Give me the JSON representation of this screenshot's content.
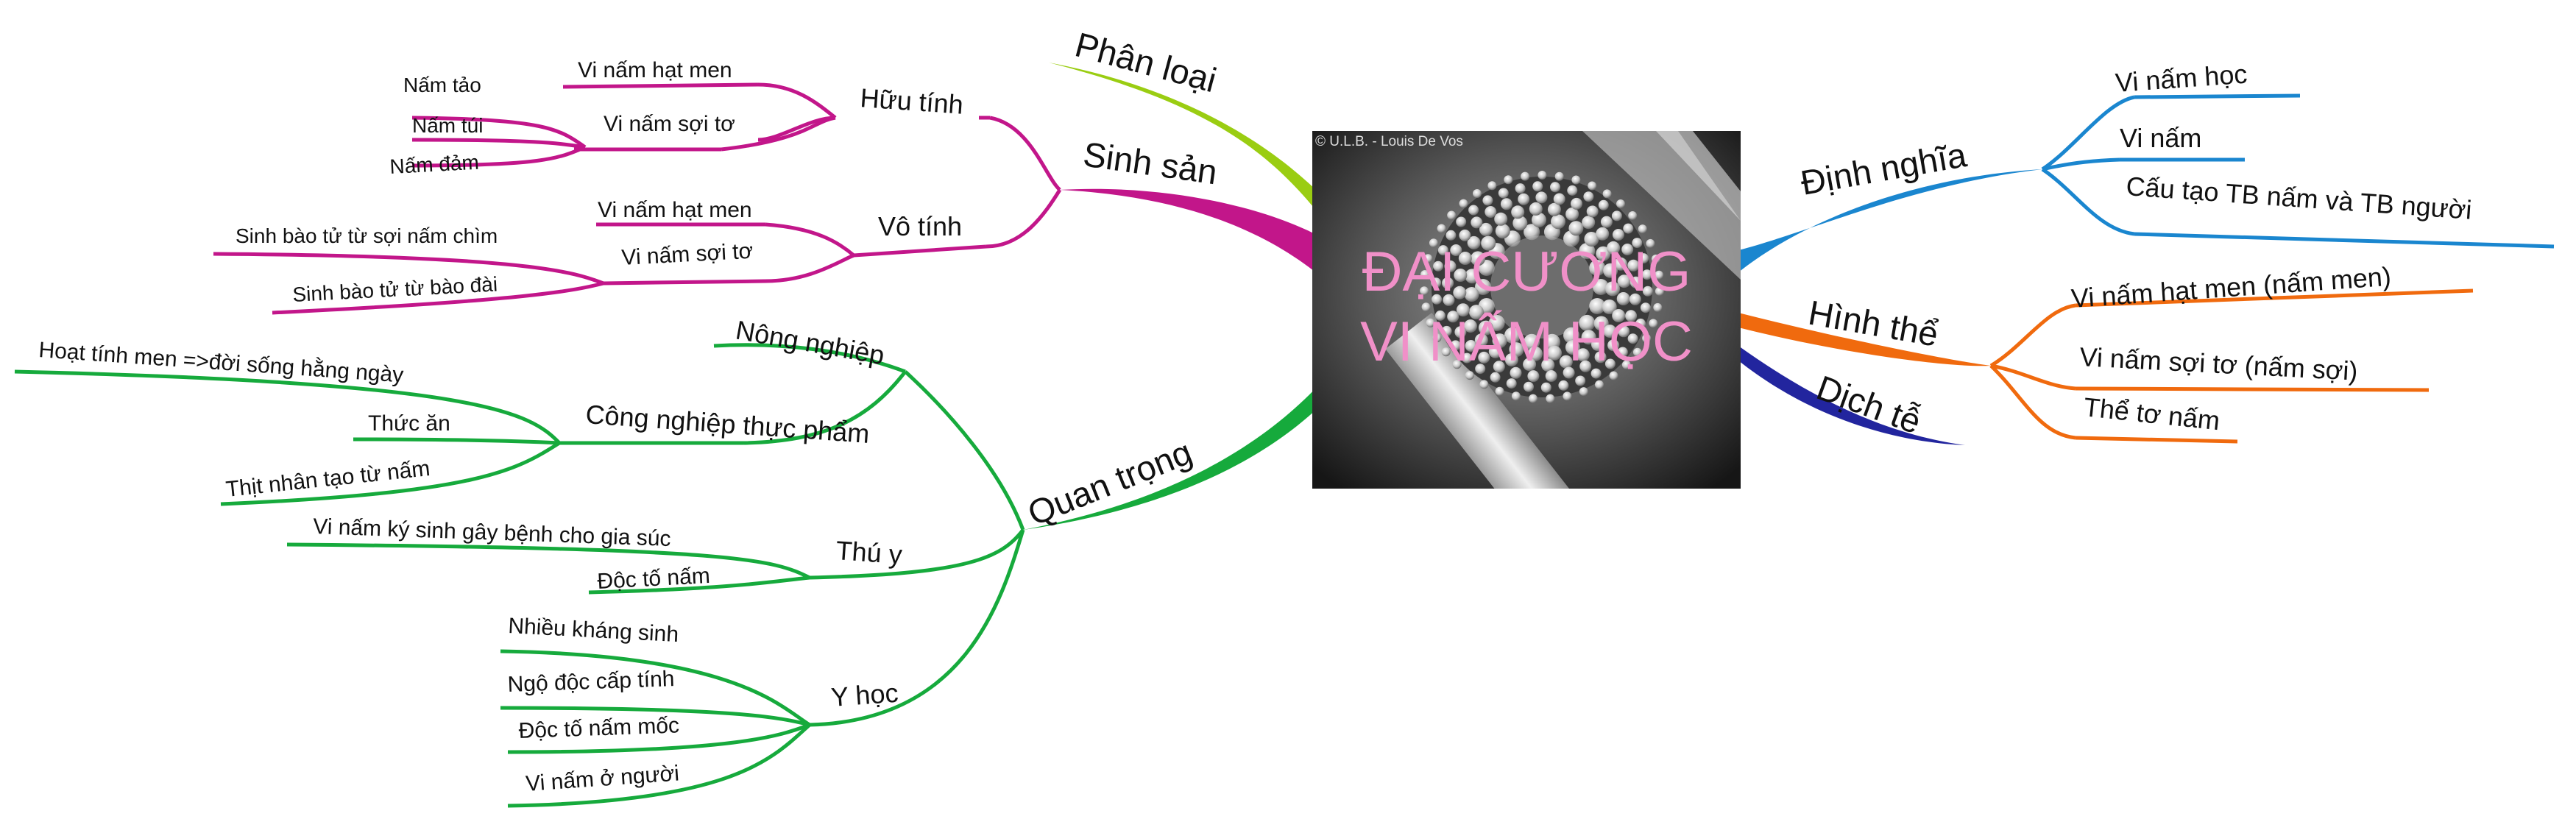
{
  "center": {
    "title_line1": "ĐẠI CƯƠNG",
    "title_line2": "VI NẤM HỌC",
    "credit": "© U.L.B. - Louis De Vos"
  },
  "colors": {
    "phan_loai": "#9acd12",
    "sinh_san": "#c2168a",
    "quan_trong": "#16aa3c",
    "dinh_nghia": "#1a86cf",
    "hinh_the": "#f06a0e",
    "dich_te": "#22259e",
    "title": "#f090c8"
  },
  "branches": {
    "phan_loai": {
      "label": "Phân loại"
    },
    "sinh_san": {
      "label": "Sinh sản",
      "huu_tinh": {
        "label": "Hữu tính",
        "hat_men": "Vi nấm hạt men",
        "soi_to": "Vi nấm sợi tơ",
        "soi_to_children": [
          "Nấm tảo",
          "Nấm túi",
          "Nấm đảm"
        ]
      },
      "vo_tinh": {
        "label": "Vô tính",
        "hat_men": "Vi nấm hạt men",
        "soi_to": "Vi nấm sợi tơ",
        "soi_to_children": [
          "Sinh bào tử từ sợi nấm chìm",
          "Sinh bào tử từ bào đài"
        ]
      }
    },
    "quan_trong": {
      "label": "Quan trọng",
      "nong_nghiep": {
        "label": "Nông nghiệp"
      },
      "cong_nghiep": {
        "label": "Công nghiệp thực phẩm",
        "children": [
          "Hoạt tính men =>đời sống hằng ngày",
          "Thức ăn",
          "Thịt nhân tạo từ nấm"
        ]
      },
      "thu_y": {
        "label": "Thú y",
        "children": [
          "Vi nấm ký sinh gây bệnh cho gia súc",
          "Độc tố nấm"
        ]
      },
      "y_hoc": {
        "label": "Y học",
        "children": [
          "Nhiều kháng sinh",
          "Ngộ độc cấp tính",
          "Độc tố nấm mốc",
          "Vi nấm ở người"
        ]
      }
    },
    "dinh_nghia": {
      "label": "Định nghĩa",
      "children": [
        "Vi nấm học",
        "Vi nấm",
        "Cấu tạo TB nấm và TB người"
      ]
    },
    "hinh_the": {
      "label": "Hình thể",
      "children": [
        "Vi nấm hạt men (nấm men)",
        "Vi nấm sợi tơ (nấm sợi)",
        "Thể tơ nấm"
      ]
    },
    "dich_te": {
      "label": "Dịch tễ"
    }
  }
}
